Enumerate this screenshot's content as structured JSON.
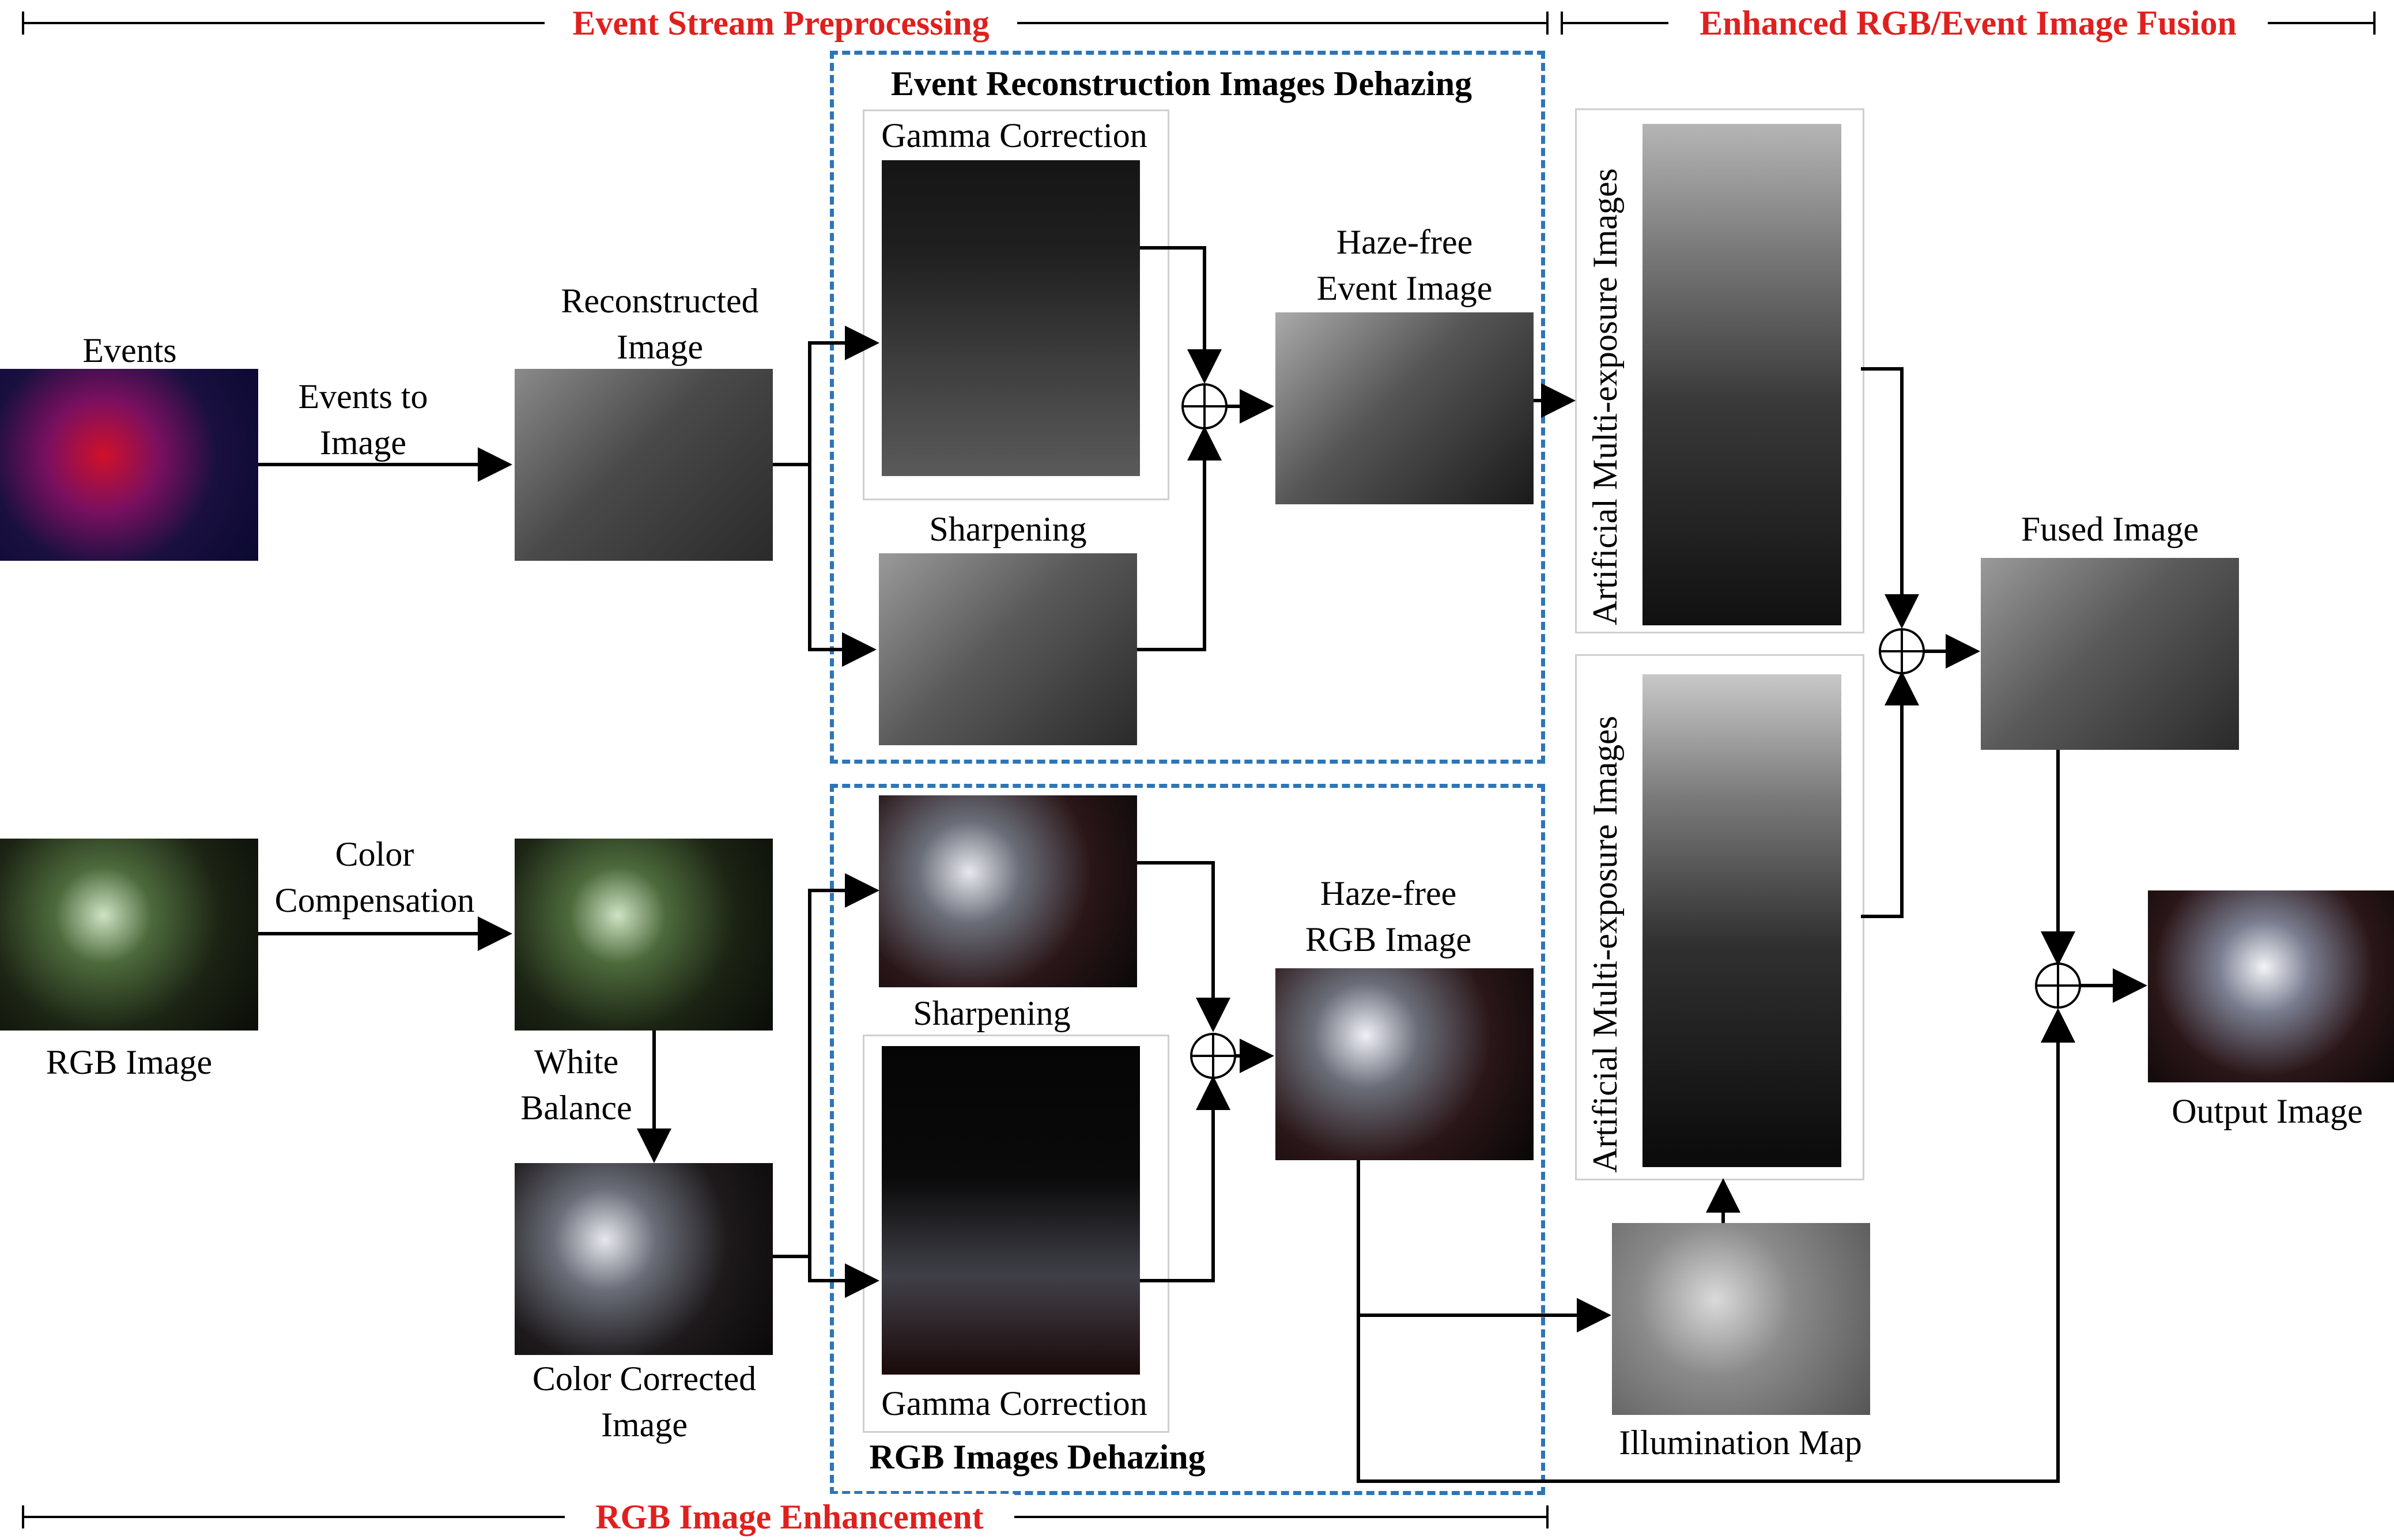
{
  "sections": {
    "event_stream": "Event Stream Preprocessing",
    "fusion": "Enhanced RGB/Event Image Fusion",
    "rgb_enhancement": "RGB Image Enhancement"
  },
  "boxes": {
    "event_dehazing": "Event Reconstruction Images Dehazing",
    "rgb_dehazing": "RGB Images Dehazing"
  },
  "labels": {
    "events": "Events",
    "events_to_image": "Events to\nImage",
    "reconstructed_image": "Reconstructed\nImage",
    "gamma_correction_event": "Gamma Correction",
    "sharpening_event": "Sharpening",
    "haze_free_event": "Haze-free\nEvent Image",
    "multi_exposure_event": "Artificial Multi-exposure Images",
    "fused_image": "Fused Image",
    "rgb_image": "RGB Image",
    "color_compensation": "Color\nCompensation",
    "white_balance": "White\nBalance",
    "color_corrected_image": "Color Corrected\nImage",
    "sharpening_rgb": "Sharpening",
    "gamma_correction_rgb": "Gamma Correction",
    "haze_free_rgb": "Haze-free\nRGB Image",
    "multi_exposure_rgb": "Artificial Multi-exposure Images",
    "illumination_map": "Illumination Map",
    "output_image": "Output Image"
  },
  "colors": {
    "section_title": "#e0201e",
    "dashed_box": "#2e75b6",
    "arrow": "#000000"
  }
}
